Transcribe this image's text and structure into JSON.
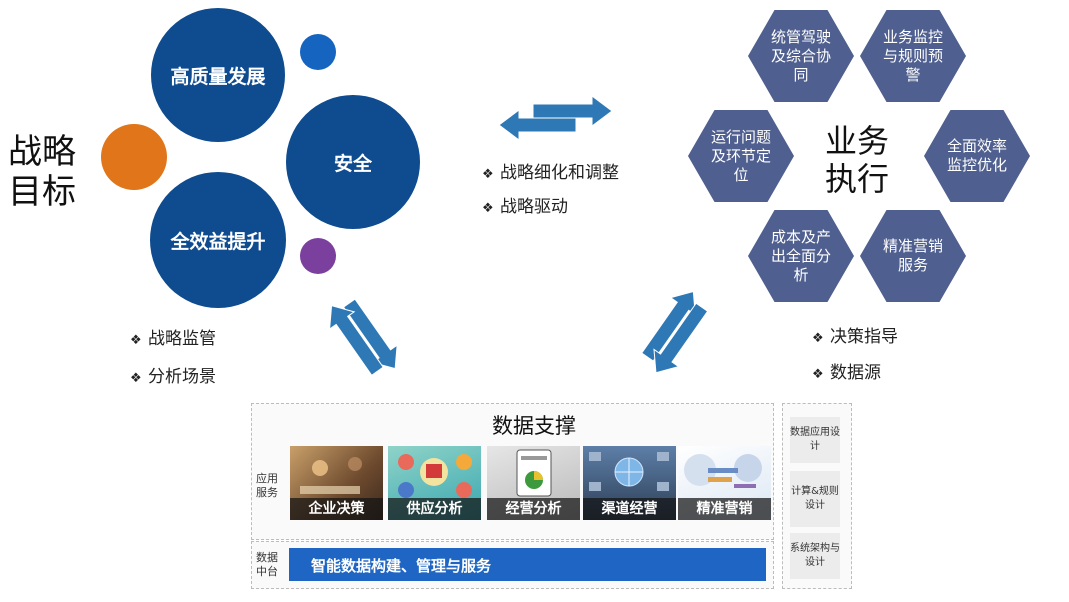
{
  "strategy": {
    "title_line1": "战略",
    "title_line2": "目标",
    "circles": [
      "高质量发展",
      "安全",
      "全效益提升"
    ],
    "colors": {
      "big": "#0e4b8f",
      "small_blue": "#1464c0",
      "orange": "#e0751a",
      "purple": "#7b3f9e"
    }
  },
  "bullets_top": [
    "战略细化和调整",
    "战略驱动"
  ],
  "bullets_left": [
    "战略监管",
    "分析场景"
  ],
  "bullets_right": [
    "决策指导",
    "数据源"
  ],
  "execution": {
    "title_line1": "业务",
    "title_line2": "执行",
    "hexagons": [
      "统管驾驶及综合协同",
      "业务监控与规则预警",
      "运行问题及环节定位",
      "全面效率监控优化",
      "成本及产出全面分析",
      "精准营销服务"
    ],
    "hex_color": "#4f5f8f"
  },
  "data_support": {
    "title": "数据支撑",
    "app_label": "应用服务",
    "platform_label": "数据中台",
    "tiles": [
      "企业决策",
      "供应分析",
      "经营分析",
      "渠道经营",
      "精准营销"
    ],
    "bar_text": "智能数据构建、管理与服务",
    "bar_color": "#1f66c4",
    "side_items": [
      "数据应用设计",
      "计算&规则设计",
      "系统架构与设计"
    ]
  },
  "arrow_color": "#2f78b6"
}
